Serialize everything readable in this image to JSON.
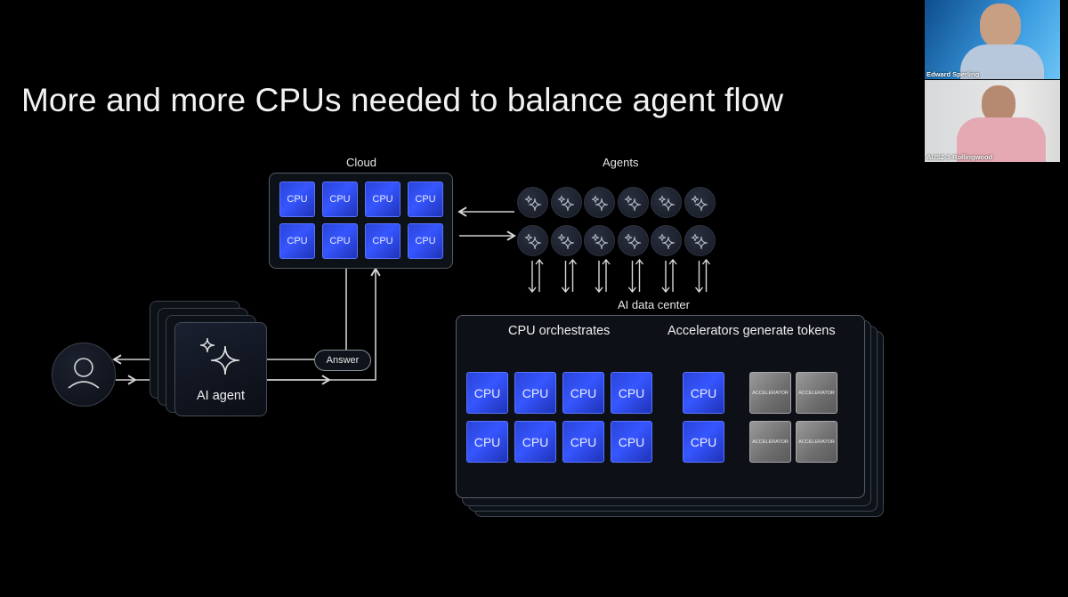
{
  "slide": {
    "title": "More and more CPUs needed to balance agent flow",
    "cloud": {
      "label": "Cloud",
      "chips": [
        "CPU",
        "CPU",
        "CPU",
        "CPU",
        "CPU",
        "CPU",
        "CPU",
        "CPU"
      ]
    },
    "agents": {
      "label": "Agents",
      "count": 12,
      "icon": "sparkle-icon"
    },
    "ai_data_center_label": "AI data center",
    "user": {
      "icon": "user-icon"
    },
    "ai_agent": {
      "label": "AI agent",
      "icon": "sparkle-icon"
    },
    "answer_label": "Answer",
    "data_center": {
      "cpu_section_label": "CPU orchestrates",
      "cpu_chips": [
        "CPU",
        "CPU",
        "CPU",
        "CPU",
        "CPU",
        "CPU",
        "CPU",
        "CPU"
      ],
      "accel_section_label": "Accelerators generate tokens",
      "accel_cpu_chips": [
        "CPU",
        "CPU"
      ],
      "accelerators": [
        "ACCELERATOR",
        "ACCELERATOR",
        "ACCELERATOR",
        "ACCELERATOR"
      ]
    }
  },
  "video_call": {
    "participants": [
      {
        "name": "Edward Sperling"
      },
      {
        "name": "AUS2-3-Rollingwood"
      }
    ]
  }
}
